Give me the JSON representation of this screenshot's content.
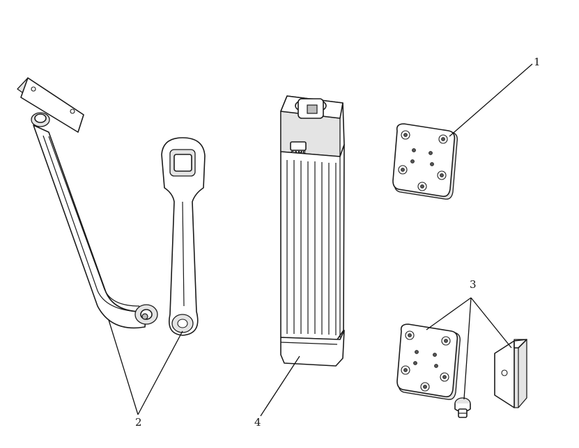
{
  "callouts": {
    "c1": "1",
    "c2": "2",
    "c3": "3",
    "c4": "4"
  },
  "logo_text": "CAME",
  "parts": {
    "curved_arm": "curved-arm-icon",
    "straight_arm": "straight-arm-icon",
    "operator": "gearmotor-icon",
    "fixing_plate": "fixing-plate-icon",
    "bracket_plate": "bracket-plate-icon",
    "end_bracket": "end-bracket-icon",
    "bolt": "bolt-icon"
  }
}
